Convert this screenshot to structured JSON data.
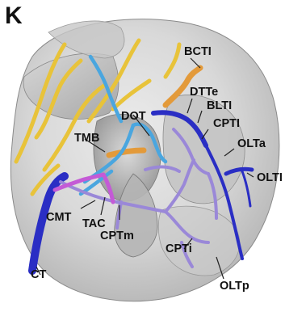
{
  "panel": {
    "letter": "K"
  },
  "labels": {
    "bcti": "BCTI",
    "dtte": "DTTe",
    "blti": "BLTI",
    "dot": "DOT",
    "cpti_upper": "CPTI",
    "olta": "OLTa",
    "tmb": "TMB",
    "olti": "OLTI",
    "cmt": "CMT",
    "tac": "TAC",
    "cptm": "CPTm",
    "cpti_lower": "CPTi",
    "oltp": "OLTp",
    "ct": "CT"
  },
  "colors": {
    "background": "#ffffff",
    "brain_surface": "#c9c9c9",
    "yellow_tract": "#e8c33a",
    "orange_tract": "#e39a3a",
    "light_blue_tract": "#4aa6df",
    "dark_blue_tract": "#2a2ec4",
    "lavender_tract": "#9a88d8",
    "magenta_tract": "#c45ad6",
    "label_text": "#111111"
  }
}
